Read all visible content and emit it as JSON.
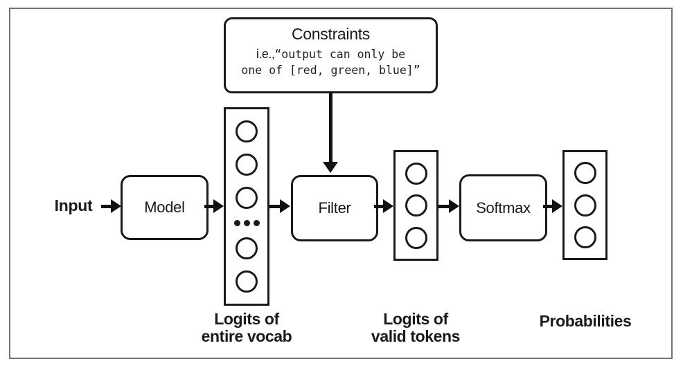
{
  "figure": {
    "background": "#ffffff",
    "frame_color": "#747474",
    "stroke_color": "#1a1a1a",
    "input_label": "Input",
    "constraints": {
      "title": "Constraints",
      "example_prefix": "i.e.,",
      "example_line1_mono": "“output can only be",
      "example_line2_mono": "one of [red, green, blue]”"
    },
    "nodes": {
      "model_label": "Model",
      "filter_label": "Filter",
      "softmax_label": "Softmax"
    },
    "columns": {
      "vocab_logits": {
        "circles_above_ellipsis": 3,
        "ellipsis": "...",
        "circles_below_ellipsis": 2
      },
      "valid_logits": {
        "circles": 3
      },
      "probabilities": {
        "circles": 3
      }
    },
    "captions": {
      "vocab_line1": "Logits of",
      "vocab_line2": "entire vocab",
      "valid_line1": "Logits of",
      "valid_line2": "valid tokens",
      "probabilities": "Probabilities"
    }
  }
}
